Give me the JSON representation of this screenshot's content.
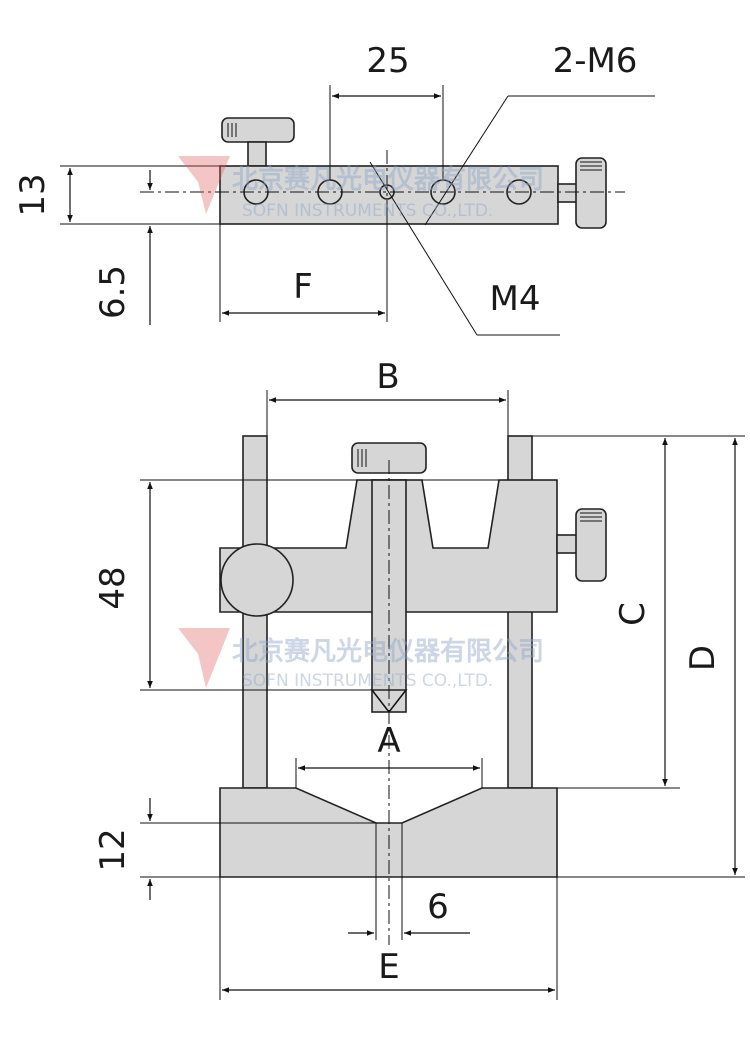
{
  "dimensions": {
    "d25": "25",
    "thread_2m6": "2-M6",
    "d13": "13",
    "d6_5": "6.5",
    "F": "F",
    "M4": "M4",
    "B": "B",
    "d48": "48",
    "C": "C",
    "D": "D",
    "A": "A",
    "d12": "12",
    "d6": "6",
    "E": "E"
  },
  "watermark": {
    "cn": "北京赛凡光电仪器有限公司",
    "en": "SOFN INSTRUMENTS CO.,LTD."
  },
  "colors": {
    "part_fill": "#d6d6d6",
    "outline": "#222222",
    "watermark_blue": "#8fa6c8",
    "watermark_red": "#e05a5a"
  }
}
